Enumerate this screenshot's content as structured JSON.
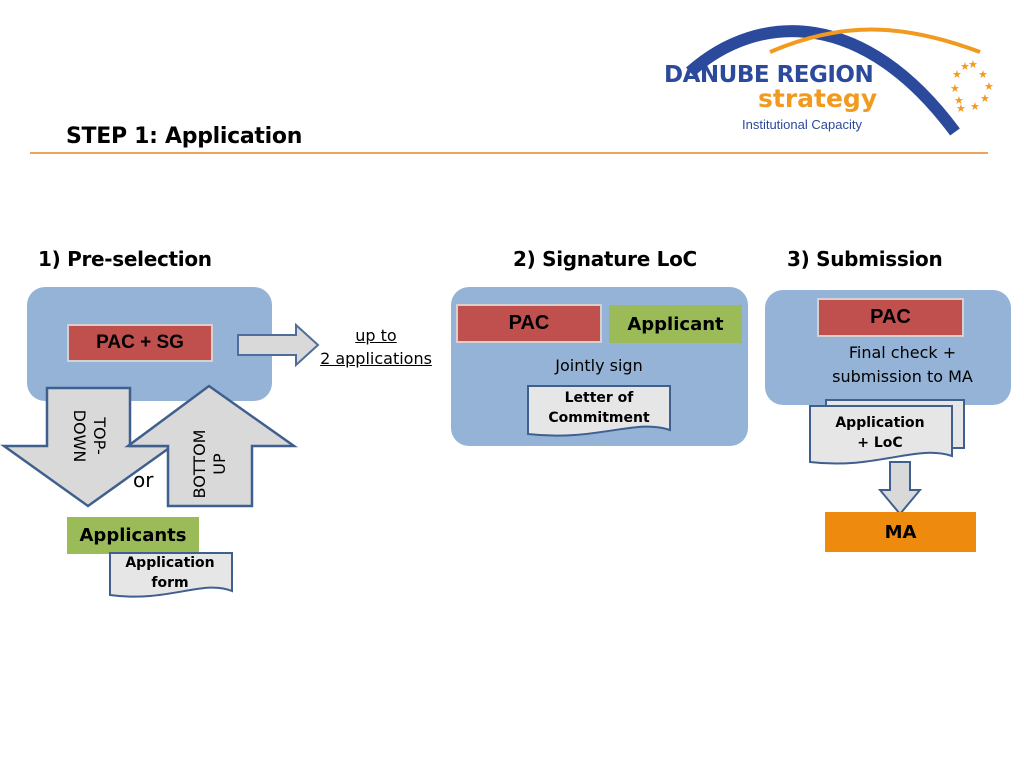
{
  "header": {
    "title": "STEP 1: Application",
    "logo": {
      "line1": "DANUBE REGION",
      "line2": "strategy",
      "line3": "Institutional Capacity"
    }
  },
  "sections": {
    "preselection": {
      "heading": "1) Pre-selection",
      "pac_sg": "PAC + SG",
      "arrow_note_line1": "up to",
      "arrow_note_line2": "2 applications",
      "topdown_line1": "TOP-",
      "topdown_line2": "DOWN",
      "bottomup_line1": "BOTTOM",
      "bottomup_line2": "UP",
      "or": "or",
      "applicants": "Applicants",
      "form_line1": "Application",
      "form_line2": "form"
    },
    "signature": {
      "heading": "2) Signature LoC",
      "pac": "PAC",
      "applicant": "Applicant",
      "jointly": "Jointly sign",
      "doc_line1": "Letter of",
      "doc_line2": "Commitment"
    },
    "submission": {
      "heading": "3) Submission",
      "pac": "PAC",
      "check_line1": "Final check +",
      "check_line2": "submission to MA",
      "doc_line1": "Application",
      "doc_line2": "+ LoC",
      "ma": "MA"
    }
  },
  "colors": {
    "panel": "#95b3d7",
    "pac_red": "#c0504d",
    "applicant_green": "#9bbb59",
    "ma_orange": "#ee8a0e",
    "rule_orange": "#f0a45a",
    "logo_blue": "#2b4a9c",
    "logo_orange": "#f29a1f"
  }
}
